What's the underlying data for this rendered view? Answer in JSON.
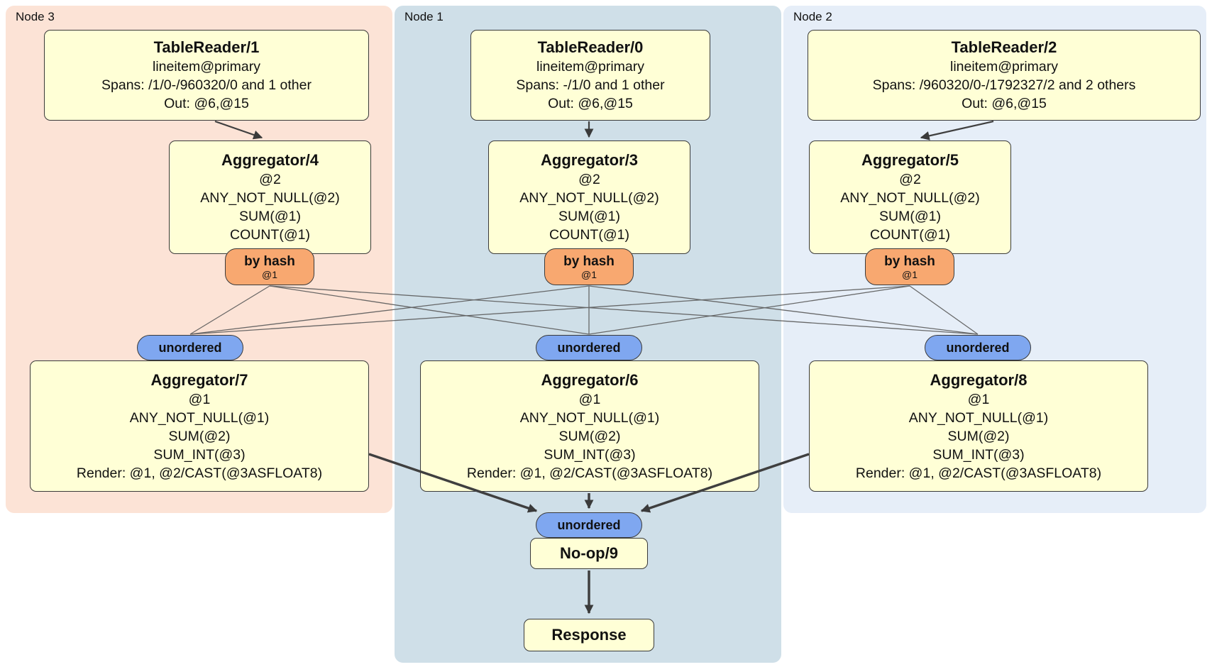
{
  "regions": [
    {
      "label": "Node 3",
      "bg": "#fce3d6"
    },
    {
      "label": "Node 1",
      "bg": "#cfdfe8"
    },
    {
      "label": "Node 2",
      "bg": "#e6eef8"
    }
  ],
  "boxes": {
    "tr1": {
      "title": "TableReader/1",
      "lines": [
        "lineitem@primary",
        "Spans: /1/0-/960320/0 and 1 other",
        "Out: @6,@15"
      ]
    },
    "tr0": {
      "title": "TableReader/0",
      "lines": [
        "lineitem@primary",
        "Spans: -/1/0 and 1 other",
        "Out: @6,@15"
      ]
    },
    "tr2": {
      "title": "TableReader/2",
      "lines": [
        "lineitem@primary",
        "Spans: /960320/0-/1792327/2 and 2 others",
        "Out: @6,@15"
      ]
    },
    "agg4": {
      "title": "Aggregator/4",
      "lines": [
        "@2",
        "ANY_NOT_NULL(@2)",
        "SUM(@1)",
        "COUNT(@1)"
      ]
    },
    "agg3": {
      "title": "Aggregator/3",
      "lines": [
        "@2",
        "ANY_NOT_NULL(@2)",
        "SUM(@1)",
        "COUNT(@1)"
      ]
    },
    "agg5": {
      "title": "Aggregator/5",
      "lines": [
        "@2",
        "ANY_NOT_NULL(@2)",
        "SUM(@1)",
        "COUNT(@1)"
      ]
    },
    "agg7": {
      "title": "Aggregator/7",
      "lines": [
        "@1",
        "ANY_NOT_NULL(@1)",
        "SUM(@2)",
        "SUM_INT(@3)",
        "Render: @1, @2/CAST(@3ASFLOAT8)"
      ]
    },
    "agg6": {
      "title": "Aggregator/6",
      "lines": [
        "@1",
        "ANY_NOT_NULL(@1)",
        "SUM(@2)",
        "SUM_INT(@3)",
        "Render: @1, @2/CAST(@3ASFLOAT8)"
      ]
    },
    "agg8": {
      "title": "Aggregator/8",
      "lines": [
        "@1",
        "ANY_NOT_NULL(@1)",
        "SUM(@2)",
        "SUM_INT(@3)",
        "Render: @1, @2/CAST(@3ASFLOAT8)"
      ]
    },
    "noop": {
      "title": "No-op/9"
    },
    "response": {
      "title": "Response"
    }
  },
  "pills": {
    "by_hash": {
      "label": "by hash",
      "sub": "@1"
    },
    "unordered": {
      "label": "unordered"
    }
  },
  "colors": {
    "box_bg": "#ffffd6",
    "by_hash_pill_bg": "#f8a870",
    "unordered_pill_bg": "#7fa7f0",
    "edge": "#3f3f3f",
    "node3_bg": "#fce3d6",
    "node1_bg": "#cfdfe8",
    "node2_bg": "#e6eef8"
  }
}
